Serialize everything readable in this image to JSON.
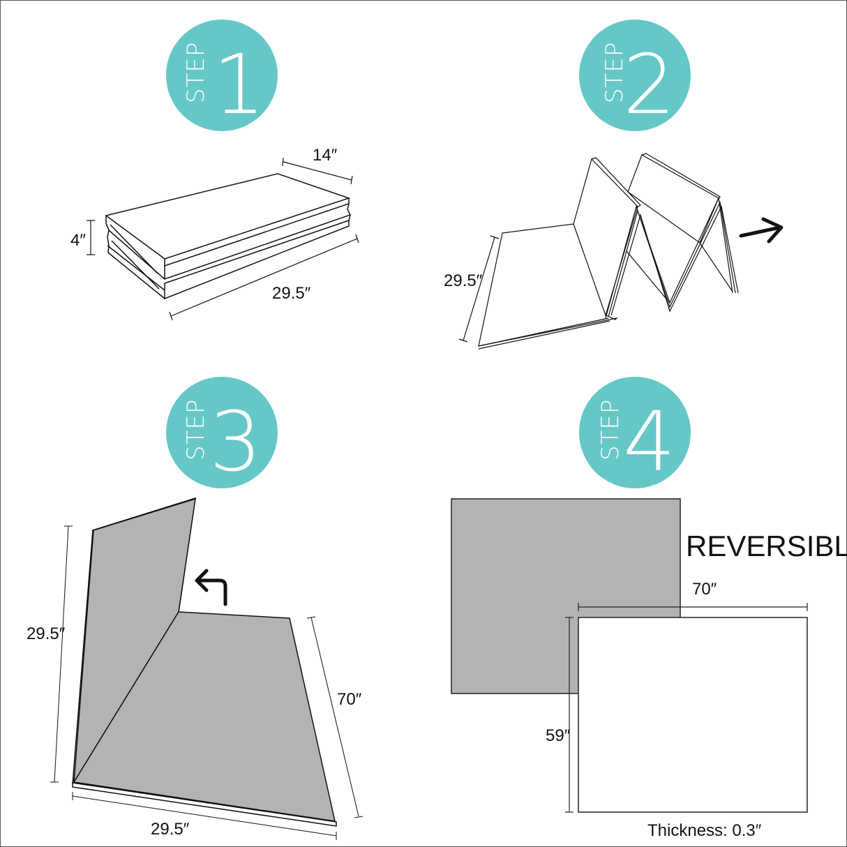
{
  "colors": {
    "badge_teal": "#66c7c7",
    "panel_gray": "#b3b3b3",
    "line": "#111111",
    "background": "#ffffff"
  },
  "steps": [
    {
      "word": "STEP",
      "number": "1",
      "illustration": "folded-mat-stack",
      "dimensions": {
        "width": "14″",
        "height": "4″",
        "length": "29.5″"
      }
    },
    {
      "word": "STEP",
      "number": "2",
      "illustration": "unfolding-accordion-mat",
      "dimensions": {
        "side": "29.5″"
      },
      "icon": "arrow-right-icon"
    },
    {
      "word": "STEP",
      "number": "3",
      "illustration": "opening-last-panel",
      "dimensions": {
        "left": "29.5″",
        "bottom": "29.5″",
        "right": "70″"
      },
      "icon": "arrow-turn-left-icon"
    },
    {
      "word": "STEP",
      "number": "4",
      "illustration": "reversible-flat-mat",
      "heading": "REVERSIBLE",
      "dimensions": {
        "width": "70″",
        "height": "59″"
      },
      "thickness": "Thickness: 0.3″"
    }
  ]
}
